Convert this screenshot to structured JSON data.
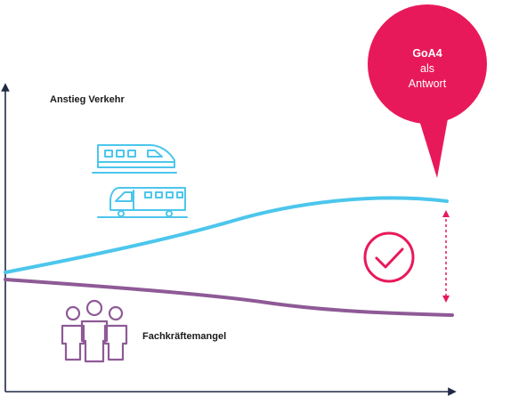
{
  "labels": {
    "traffic": "Anstieg Verkehr",
    "shortage": "Fachkräftemangel"
  },
  "bubble": {
    "line1": "GoA4",
    "line2": "als",
    "line3": "Antwort"
  },
  "colors": {
    "traffic_line": "#4cc6ec",
    "shortage_line": "#8e5a96",
    "accent": "#e8195a",
    "axis": "#1f2a44",
    "train": "#4cc6ec",
    "people": "#8e5a96"
  },
  "icons": {
    "trains": "train-icon",
    "people": "people-icon",
    "check": "check-circle-icon",
    "arrow": "double-arrow-icon"
  }
}
